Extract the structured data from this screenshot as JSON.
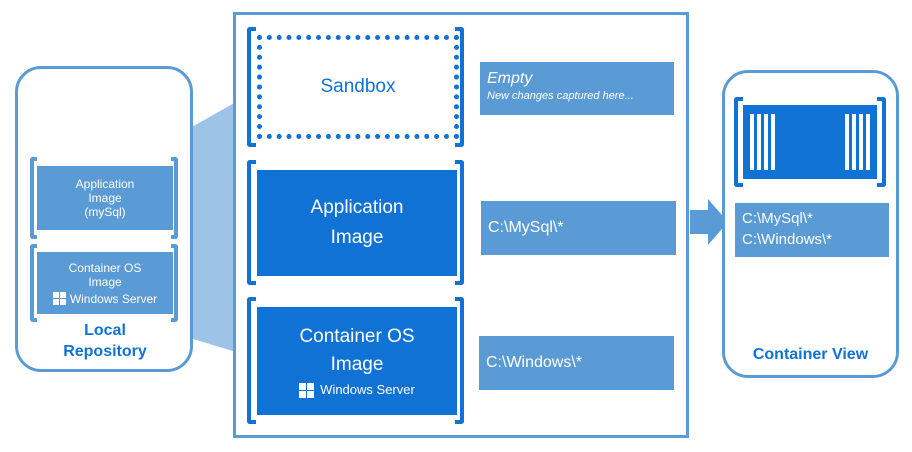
{
  "local_repository": {
    "label_line1": "Local",
    "label_line2": "Repository",
    "app_image": {
      "line1": "Application",
      "line2": "Image",
      "line3": "(mySql)"
    },
    "os_image": {
      "line1": "Container OS",
      "line2": "Image",
      "brand": "Windows Server"
    }
  },
  "stack": {
    "sandbox": {
      "label": "Sandbox",
      "note_title": "Empty",
      "note_sub": "New changes captured here..."
    },
    "app_image": {
      "line1": "Application",
      "line2": "Image",
      "path": "C:\\MySql\\*"
    },
    "os_image": {
      "line1": "Container OS",
      "line2": "Image",
      "brand": "Windows Server",
      "path": "C:\\Windows\\*"
    }
  },
  "container_view": {
    "label": "Container View",
    "path1": "C:\\MySql\\*",
    "path2": "C:\\Windows\\*"
  },
  "colors": {
    "primary": "#1072d4",
    "secondary": "#5b9bd5",
    "connector": "#9dc3e6"
  },
  "icons": [
    "windows-logo-icon",
    "arrow-right-icon",
    "shipping-container-icon"
  ]
}
